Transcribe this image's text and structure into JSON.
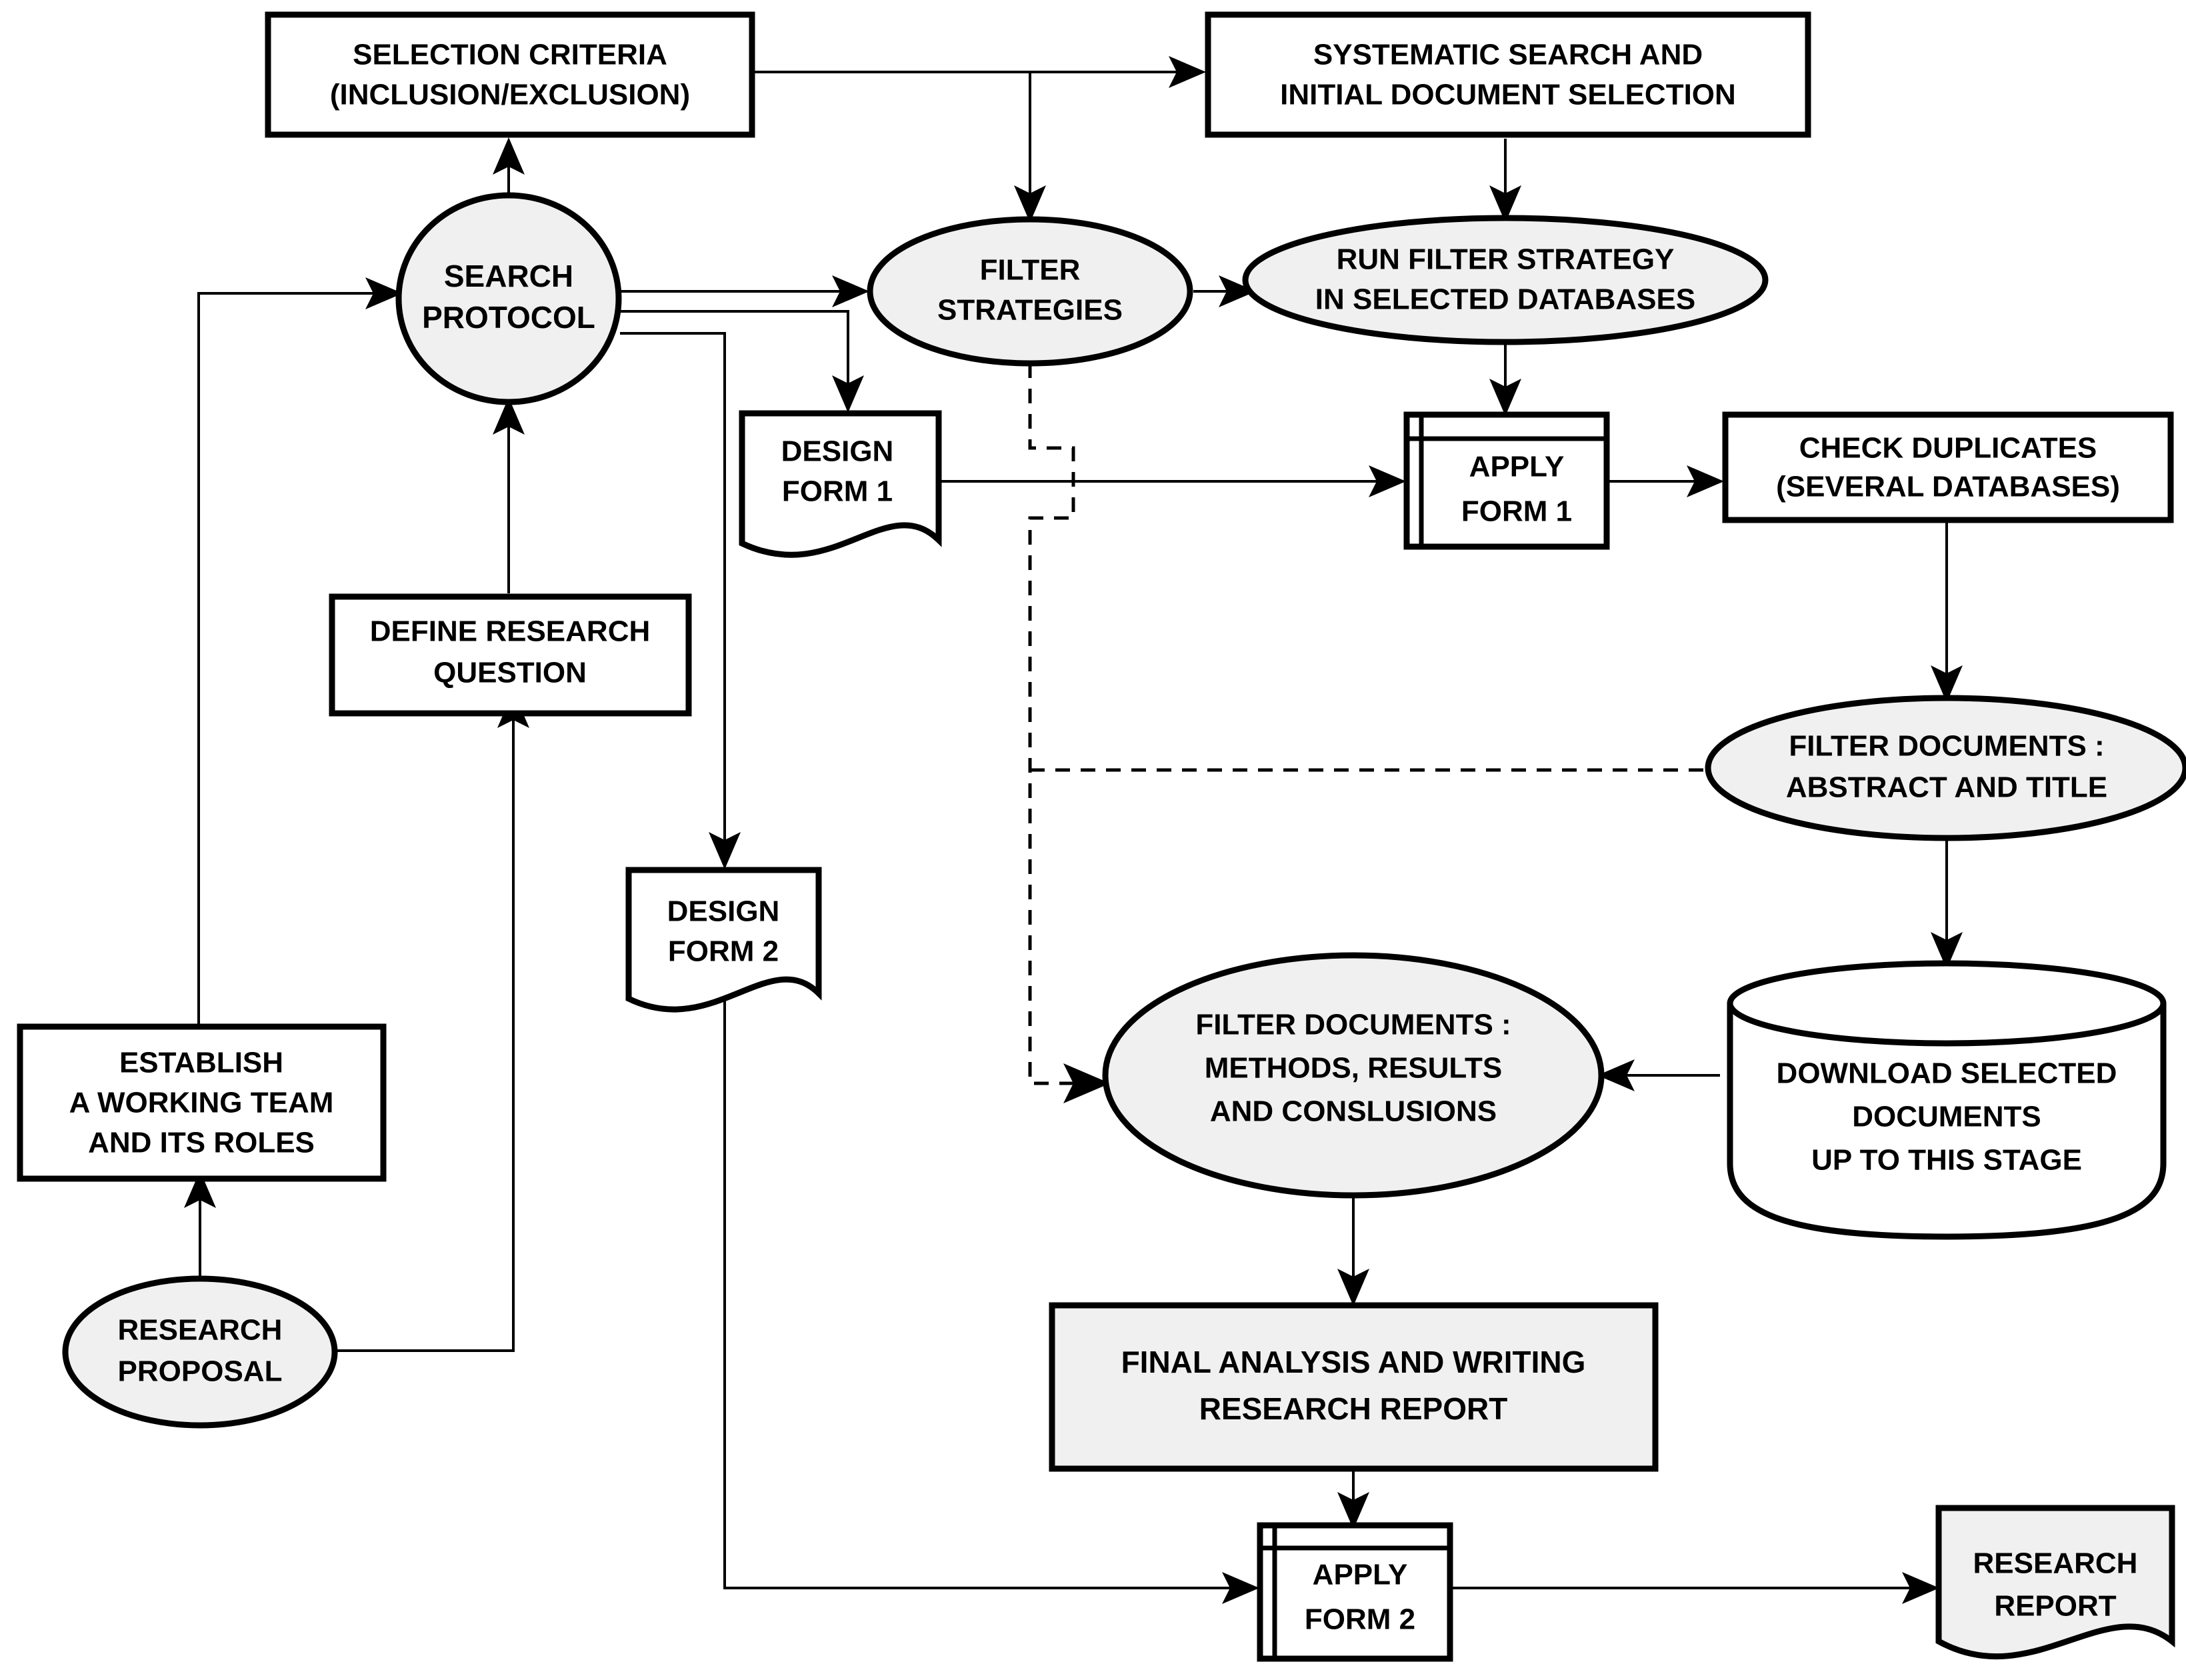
{
  "diagram": {
    "title": "Systematic literature review process flowchart",
    "colors": {
      "shape_fill_grey": "#f0f0f0",
      "shape_fill_white": "#ffffff",
      "stroke": "#000000",
      "background": "#ffffff"
    },
    "nodes": {
      "selection_criteria": {
        "line1": "SELECTION CRITERIA",
        "line2": "(INCLUSION/EXCLUSION)",
        "shape": "rectangle"
      },
      "systematic_search": {
        "line1": "SYSTEMATIC SEARCH AND",
        "line2": "INITIAL DOCUMENT SELECTION",
        "shape": "rectangle"
      },
      "search_protocol": {
        "line1": "SEARCH",
        "line2": "PROTOCOL",
        "shape": "ellipse"
      },
      "filter_strategies": {
        "line1": "FILTER",
        "line2": "STRATEGIES",
        "shape": "ellipse"
      },
      "run_filter_strategy": {
        "line1": "RUN FILTER STRATEGY",
        "line2": "IN SELECTED DATABASES",
        "shape": "ellipse"
      },
      "design_form_1": {
        "line1": "DESIGN",
        "line2": "FORM 1",
        "shape": "document"
      },
      "apply_form_1": {
        "line1": "APPLY",
        "line2": "FORM 1",
        "shape": "predefined-process"
      },
      "check_duplicates": {
        "line1": "CHECK DUPLICATES",
        "line2": "(SEVERAL DATABASES)",
        "shape": "rectangle"
      },
      "define_research_question": {
        "line1": "DEFINE RESEARCH",
        "line2": "QUESTION",
        "shape": "rectangle"
      },
      "filter_abstract_title": {
        "line1": "FILTER DOCUMENTS :",
        "line2": "ABSTRACT AND TITLE",
        "shape": "ellipse"
      },
      "design_form_2": {
        "line1": "DESIGN",
        "line2": "FORM 2",
        "shape": "document"
      },
      "filter_methods_results": {
        "line1": "FILTER DOCUMENTS :",
        "line2": "METHODS, RESULTS",
        "line3": "AND CONSLUSIONS",
        "shape": "ellipse"
      },
      "download_selected": {
        "line1": "DOWNLOAD SELECTED",
        "line2": "DOCUMENTS",
        "line3": "UP TO THIS STAGE",
        "shape": "cylinder"
      },
      "establish_team": {
        "line1": "ESTABLISH",
        "line2": "A WORKING TEAM",
        "line3": "AND ITS ROLES",
        "shape": "rectangle"
      },
      "research_proposal": {
        "line1": "RESEARCH",
        "line2": "PROPOSAL",
        "shape": "ellipse"
      },
      "final_analysis": {
        "line1": "FINAL ANALYSIS AND WRITING",
        "line2": "RESEARCH REPORT",
        "shape": "rectangle"
      },
      "apply_form_2": {
        "line1": "APPLY",
        "line2": "FORM 2",
        "shape": "predefined-process"
      },
      "research_report": {
        "line1": "RESEARCH",
        "line2": "REPORT",
        "shape": "document"
      }
    },
    "edges": [
      {
        "from": "research_proposal",
        "to": "establish_team",
        "style": "solid"
      },
      {
        "from": "establish_team",
        "to": "search_protocol",
        "style": "solid"
      },
      {
        "from": "research_proposal",
        "to": "define_research_question",
        "style": "solid"
      },
      {
        "from": "define_research_question",
        "to": "search_protocol",
        "style": "solid"
      },
      {
        "from": "search_protocol",
        "to": "selection_criteria",
        "style": "solid"
      },
      {
        "from": "selection_criteria",
        "to": "systematic_search",
        "style": "solid"
      },
      {
        "from": "selection_criteria",
        "to": "filter_strategies",
        "style": "solid"
      },
      {
        "from": "search_protocol",
        "to": "filter_strategies",
        "style": "solid"
      },
      {
        "from": "search_protocol",
        "to": "design_form_1",
        "style": "solid"
      },
      {
        "from": "search_protocol",
        "to": "design_form_2",
        "style": "solid"
      },
      {
        "from": "systematic_search",
        "to": "run_filter_strategy",
        "style": "solid"
      },
      {
        "from": "filter_strategies",
        "to": "run_filter_strategy",
        "style": "solid"
      },
      {
        "from": "run_filter_strategy",
        "to": "apply_form_1",
        "style": "solid"
      },
      {
        "from": "design_form_1",
        "to": "apply_form_1",
        "style": "solid"
      },
      {
        "from": "apply_form_1",
        "to": "check_duplicates",
        "style": "solid"
      },
      {
        "from": "check_duplicates",
        "to": "filter_abstract_title",
        "style": "solid"
      },
      {
        "from": "filter_strategies",
        "to": "filter_abstract_title",
        "style": "dashed"
      },
      {
        "from": "filter_strategies",
        "to": "filter_methods_results",
        "style": "dashed"
      },
      {
        "from": "filter_abstract_title",
        "to": "download_selected",
        "style": "solid"
      },
      {
        "from": "download_selected",
        "to": "filter_methods_results",
        "style": "solid"
      },
      {
        "from": "filter_methods_results",
        "to": "final_analysis",
        "style": "solid"
      },
      {
        "from": "final_analysis",
        "to": "apply_form_2",
        "style": "solid"
      },
      {
        "from": "design_form_2",
        "to": "apply_form_2",
        "style": "solid"
      },
      {
        "from": "apply_form_2",
        "to": "research_report",
        "style": "solid"
      }
    ]
  }
}
